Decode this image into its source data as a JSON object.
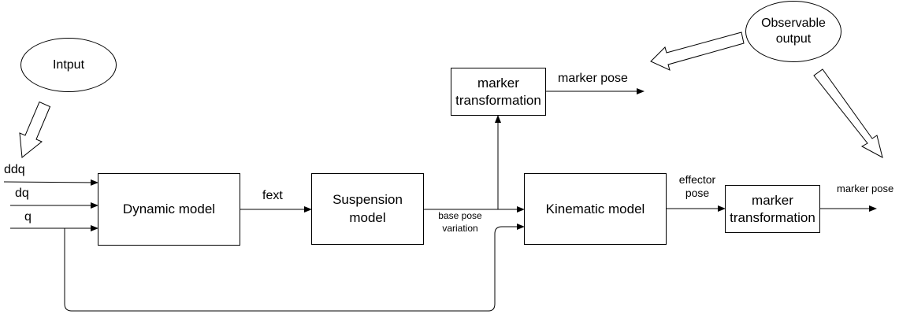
{
  "nodes": {
    "input_ellipse": "Intput",
    "observable_ellipse": "Observable\noutput",
    "dynamic_model": "Dynamic model",
    "suspension_model": "Suspension\nmodel",
    "kinematic_model": "Kinematic model",
    "marker_transformation_top": "marker\ntransformation",
    "marker_transformation_right": "marker\ntransformation"
  },
  "edge_labels": {
    "ddq": "ddq",
    "dq": "dq",
    "q": "q",
    "fext": "fext",
    "base_pose_variation": "base pose\nvariation",
    "effector_pose": "effector\npose",
    "marker_pose_top": "marker pose",
    "marker_pose_right": "marker pose"
  }
}
